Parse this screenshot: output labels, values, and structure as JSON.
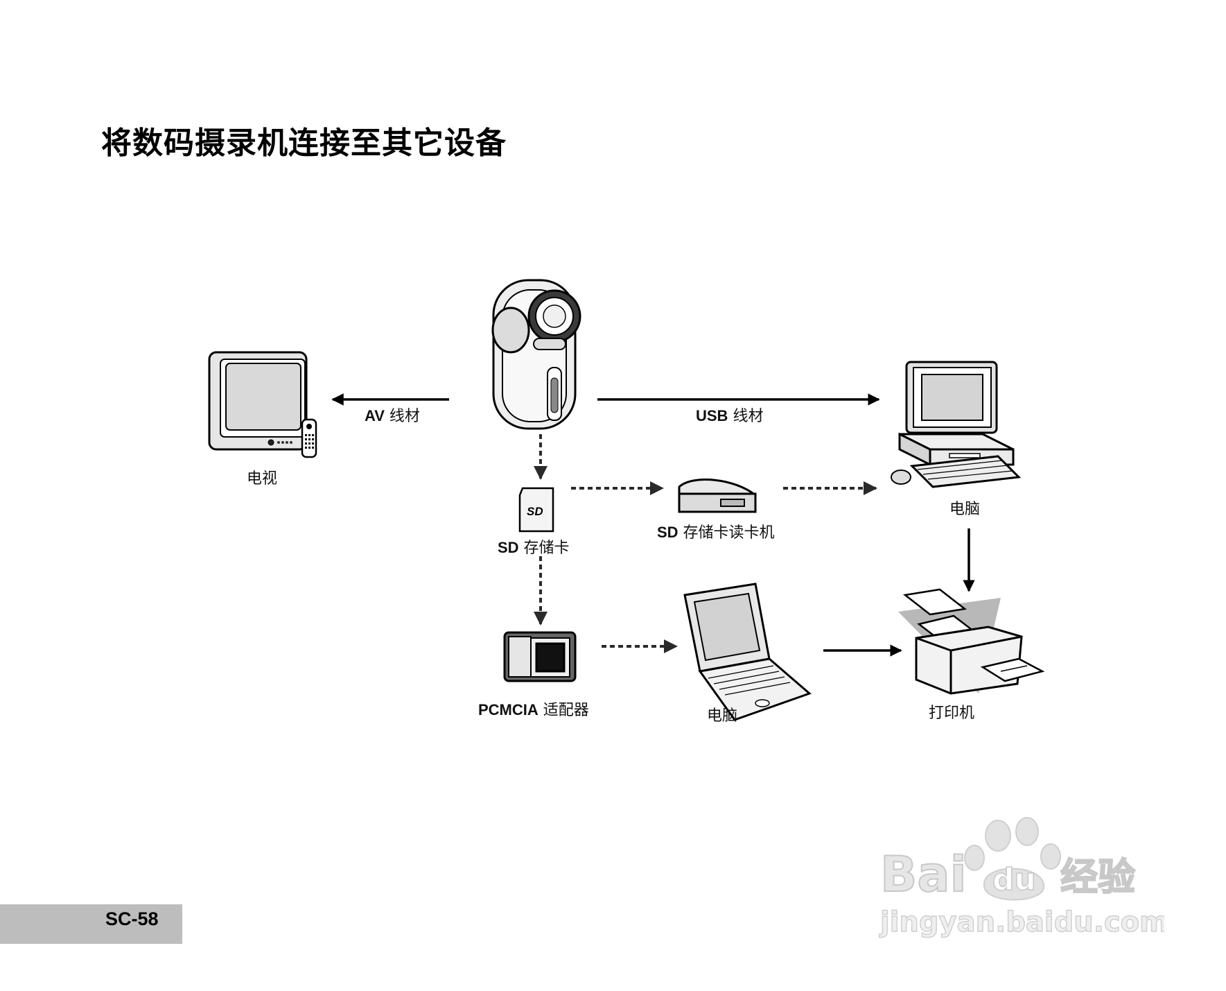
{
  "page": {
    "title": "将数码摄录机连接至其它设备",
    "page_number": "SC-58"
  },
  "labels": {
    "av_cable": {
      "bold": "AV",
      "rest": " 线材"
    },
    "usb_cable": {
      "bold": "USB",
      "rest": " 线材"
    },
    "tv": "电视",
    "sd_card": {
      "bold": "SD",
      "rest": " 存储卡"
    },
    "sd_reader": {
      "bold": "SD",
      "rest": " 存储卡读卡机"
    },
    "desktop_pc": "电脑",
    "pcmcia": {
      "bold": "PCMCIA",
      "rest": " 适配器"
    },
    "laptop": "电脑",
    "printer": "打印机"
  },
  "watermark": {
    "brand": "Bai du 经验",
    "url": "jingyan.baidu.com"
  },
  "colors": {
    "line": "#000000",
    "page_tab": "#bdbdbd",
    "watermark": "#d6d6d6"
  }
}
